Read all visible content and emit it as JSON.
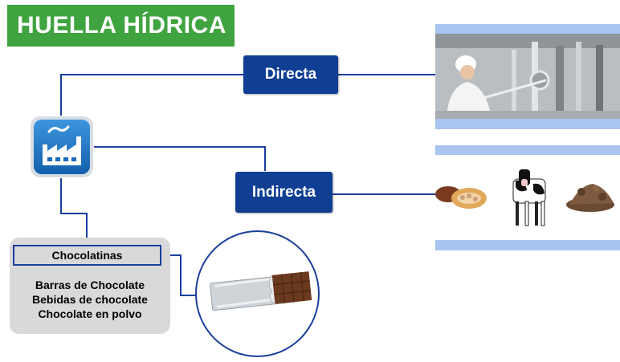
{
  "title": "HUELLA HÍDRICA",
  "labels": {
    "directa": "Directa",
    "indirecta": "Indirecta"
  },
  "products": {
    "header": "Chocolatinas",
    "items": [
      "Barras de Chocolate",
      "Bebidas de chocolate",
      "Chocolate en polvo"
    ]
  },
  "colors": {
    "title_bg": "#3fa33f",
    "label_bg": "#0f3e93",
    "line": "#1a3f9c",
    "band": "#a9c4ef",
    "factory": "#1f78c8"
  },
  "icons": [
    "factory-icon",
    "factory-worker-photo",
    "cacao-pod-icon",
    "cow-icon",
    "cocoa-powder-icon",
    "chocolate-bar-icon"
  ]
}
